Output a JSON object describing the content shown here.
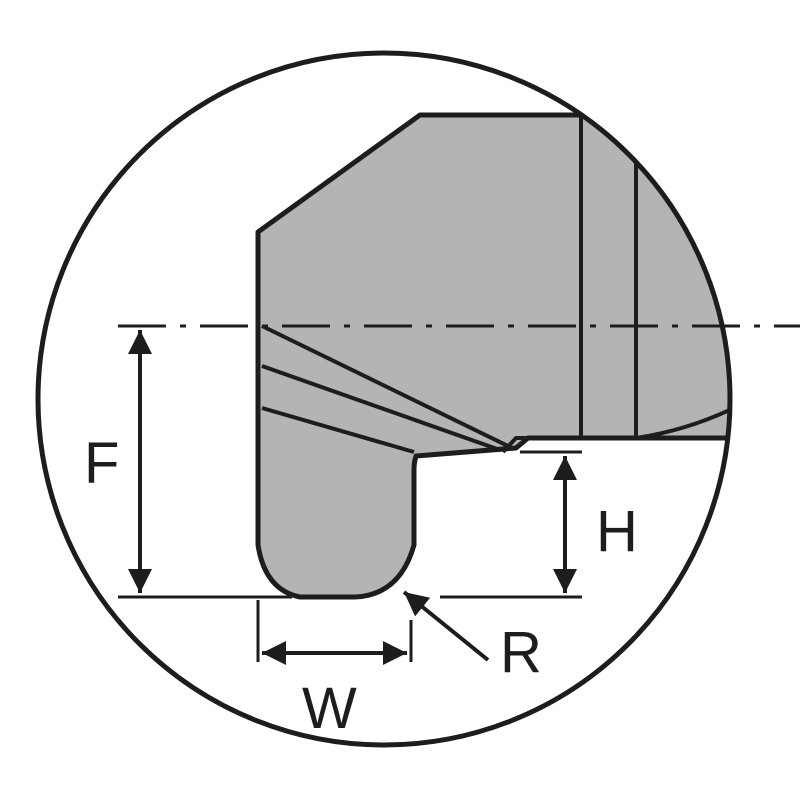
{
  "diagram": {
    "labels": {
      "F": "F",
      "H": "H",
      "R": "R",
      "W": "W"
    }
  },
  "colors": {
    "line": "#1d1d1b",
    "fill": "#b4b4b4",
    "background": "#ffffff"
  }
}
